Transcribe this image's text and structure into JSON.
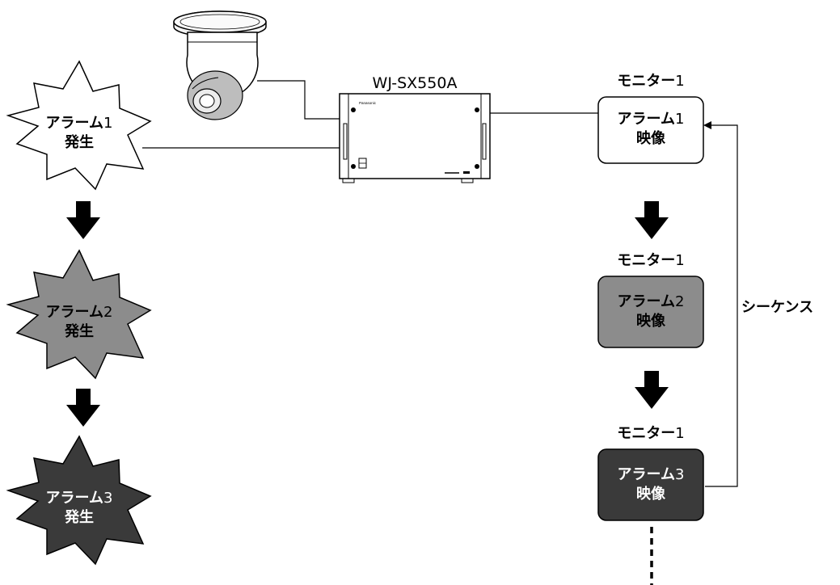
{
  "device": {
    "model": "WJ-SX550A",
    "brand": "Panasonic"
  },
  "alarms": [
    {
      "label": "アラーム",
      "num": "1",
      "line2": "発生",
      "fill": "#ffffff",
      "text_color": "#000000"
    },
    {
      "label": "アラーム",
      "num": "2",
      "line2": "発生",
      "fill": "#8c8c8c",
      "text_color": "#000000"
    },
    {
      "label": "アラーム",
      "num": "3",
      "line2": "発生",
      "fill": "#3a3a3a",
      "text_color": "#ffffff"
    }
  ],
  "monitors": [
    {
      "title": "モニター",
      "title_num": "1",
      "label": "アラーム",
      "num": "1",
      "line2": "映像",
      "fill": "#ffffff",
      "text_color": "#000000"
    },
    {
      "title": "モニター",
      "title_num": "1",
      "label": "アラーム",
      "num": "2",
      "line2": "映像",
      "fill": "#8c8c8c",
      "text_color": "#000000"
    },
    {
      "title": "モニター",
      "title_num": "1",
      "label": "アラーム",
      "num": "3",
      "line2": "映像",
      "fill": "#3a3a3a",
      "text_color": "#ffffff"
    }
  ],
  "sequence_label": "シーケンス",
  "icons": [
    "dome-camera-icon",
    "recorder-unit-icon",
    "down-arrow-icon"
  ]
}
